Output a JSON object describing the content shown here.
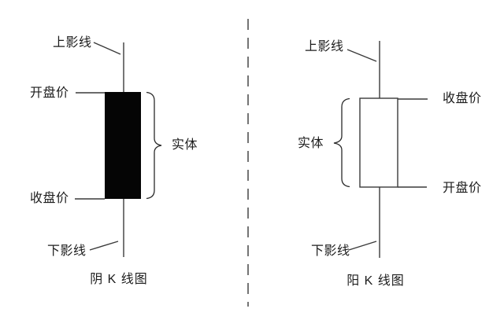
{
  "colors": {
    "background": "#ffffff",
    "ink": "#1c1c1c",
    "line": "#3a3a3a",
    "bearish_body_fill": "#050505",
    "bullish_body_fill": "#ffffff",
    "bullish_body_stroke": "#3a3a3a"
  },
  "left_panel": {
    "caption": "阴 K 线图",
    "labels": {
      "upper_shadow": "上影线",
      "open_price": "开盘价",
      "close_price": "收盘价",
      "lower_shadow": "下影线",
      "body": "实体"
    }
  },
  "right_panel": {
    "caption": "阳 K 线图",
    "labels": {
      "upper_shadow": "上影线",
      "close_price": "收盘价",
      "open_price": "开盘价",
      "lower_shadow": "下影线",
      "body": "实体"
    }
  }
}
